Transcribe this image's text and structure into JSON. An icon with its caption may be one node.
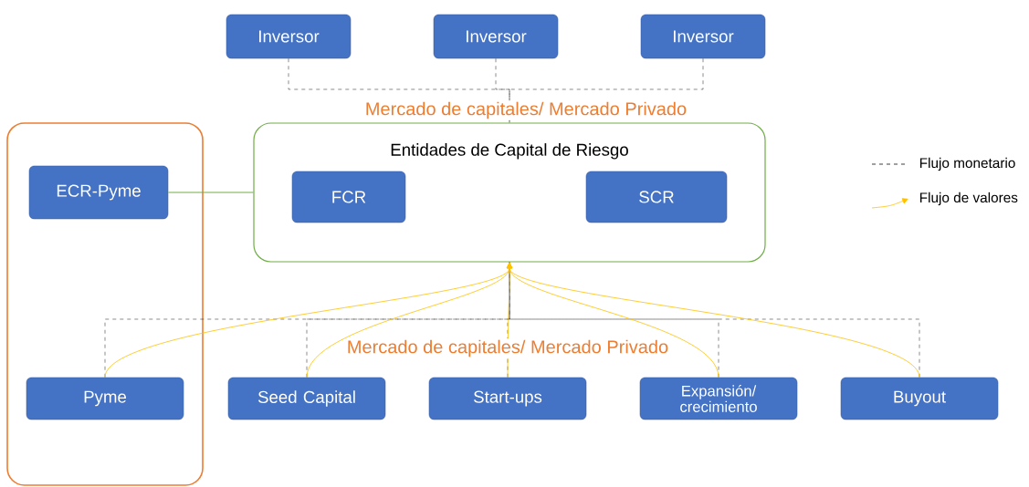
{
  "diagram": {
    "nodes": [
      {
        "text": [
          "Inversor"
        ]
      },
      {
        "text": [
          "Inversor"
        ]
      },
      {
        "text": [
          "Inversor"
        ]
      },
      {
        "text": [],
        "shape": "box"
      },
      {
        "text": [
          "ECR-Pyme"
        ],
        "in": 3
      },
      {
        "text": [
          "Entidades de Capital de Riesgo"
        ]
      },
      {
        "text": [
          "FCR"
        ],
        "in": 5
      },
      {
        "text": [
          "SCR"
        ],
        "in": 5
      },
      {
        "text": [
          "Pyme"
        ],
        "in": 3
      },
      {
        "text": [
          "Seed Capital"
        ]
      },
      {
        "text": [
          "Start-ups"
        ]
      },
      {
        "text": [
          "Expansión/ crecimiento"
        ]
      },
      {
        "text": [
          "Buyout"
        ]
      }
    ],
    "edges": [
      {
        "from": 0,
        "to": 5,
        "arrow": "none",
        "style": "dashed"
      },
      {
        "from": 1,
        "to": 5,
        "arrow": "none",
        "style": "dashed"
      },
      {
        "from": 2,
        "to": 5,
        "arrow": "none",
        "style": "dashed"
      },
      {
        "from": 4,
        "to": 5,
        "arrow": "none",
        "color": "#70ad47"
      },
      {
        "from": 8,
        "to": 5,
        "arrow": "none",
        "style": "dashed"
      },
      {
        "from": 9,
        "to": 5,
        "arrow": "none",
        "style": "dashed"
      },
      {
        "from": 10,
        "to": 5,
        "arrow": "none",
        "style": "dashed"
      },
      {
        "from": 11,
        "to": 5,
        "arrow": "none",
        "style": "dashed"
      },
      {
        "from": 12,
        "to": 5,
        "arrow": "none",
        "style": "dashed"
      },
      {
        "from": 8,
        "to": 5,
        "arrow": "to",
        "color": "#ffc000"
      },
      {
        "from": 9,
        "to": 5,
        "arrow": "to",
        "color": "#ffc000"
      },
      {
        "from": 10,
        "to": 5,
        "arrow": "to",
        "color": "#ffc000"
      },
      {
        "from": 11,
        "to": 5,
        "arrow": "to",
        "color": "#ffc000"
      },
      {
        "from": 12,
        "to": 5,
        "arrow": "to",
        "color": "#ffc000"
      }
    ],
    "labels": [
      "Mercado de capitales/ Mercado Privado",
      "Mercado de capitales/ Mercado Privado"
    ],
    "legend": [
      {
        "text": "Flujo monetario"
      },
      {
        "text": "Flujo de valores"
      }
    ]
  }
}
